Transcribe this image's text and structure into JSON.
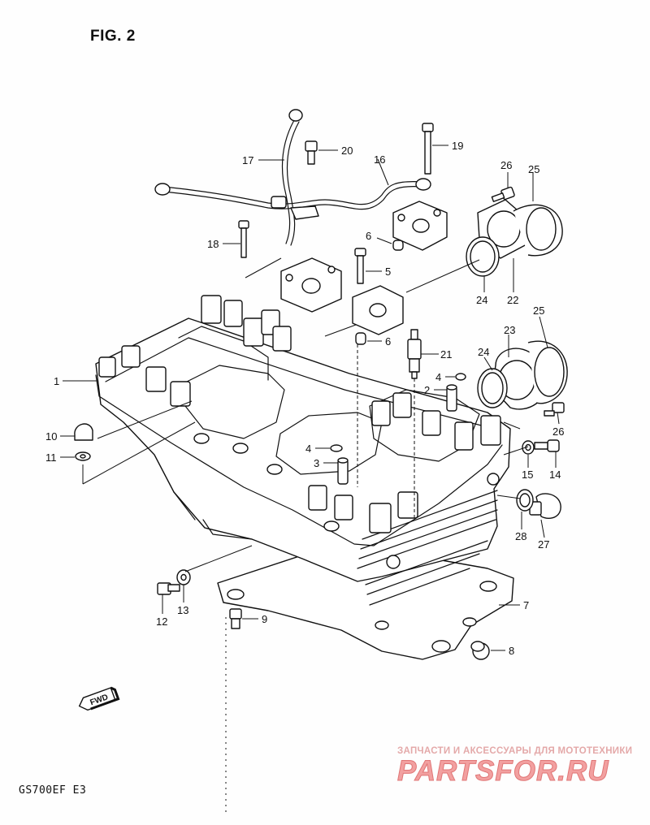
{
  "figure_title": "FIG. 2",
  "model_code": "GS700EF  E3",
  "watermark": {
    "tagline": "ЗАПЧАСТИ И АКСЕССУАРЫ ДЛЯ МОТОТЕХНИКИ",
    "brand": "PARTSFOR.RU"
  },
  "direction_badge": "FWD",
  "part_numbers": [
    "1",
    "2",
    "3",
    "4",
    "4",
    "5",
    "6",
    "6",
    "7",
    "8",
    "9",
    "10",
    "11",
    "12",
    "13",
    "14",
    "15",
    "16",
    "17",
    "18",
    "19",
    "20",
    "21",
    "22",
    "24",
    "24",
    "25",
    "25",
    "26",
    "26",
    "27",
    "28",
    "23"
  ]
}
